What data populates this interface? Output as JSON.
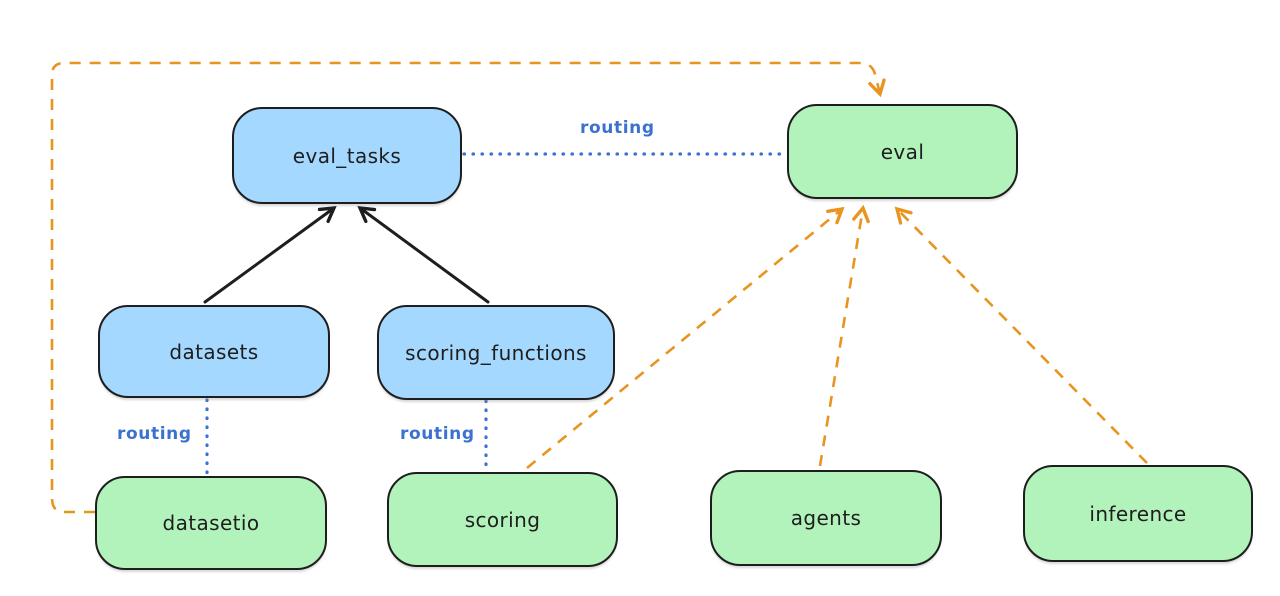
{
  "colors": {
    "background": "#ffffff",
    "node_stroke": "#1e1e1e",
    "blue_fill": "#a5d8ff",
    "green_fill": "#b2f2bb",
    "routing_blue": "#3b72cf",
    "arrow_orange": "#e8941f",
    "arrow_black": "#1e1e1e"
  },
  "nodes": [
    {
      "id": "eval_tasks",
      "label": "eval_tasks",
      "kind": "api-blue"
    },
    {
      "id": "eval",
      "label": "eval",
      "kind": "provider-green"
    },
    {
      "id": "datasets",
      "label": "datasets",
      "kind": "api-blue"
    },
    {
      "id": "scoring_functions",
      "label": "scoring_functions",
      "kind": "api-blue"
    },
    {
      "id": "datasetio",
      "label": "datasetio",
      "kind": "provider-green"
    },
    {
      "id": "scoring",
      "label": "scoring",
      "kind": "provider-green"
    },
    {
      "id": "agents",
      "label": "agents",
      "kind": "provider-green"
    },
    {
      "id": "inference",
      "label": "inference",
      "kind": "provider-green"
    }
  ],
  "edge_labels": [
    {
      "text": "routing",
      "edge": "eval_tasks-eval"
    },
    {
      "text": "routing",
      "edge": "datasets-datasetio"
    },
    {
      "text": "routing",
      "edge": "scoring_functions-scoring"
    }
  ],
  "edges": [
    {
      "from": "datasets",
      "to": "eval_tasks",
      "style": "solid-black-arrow"
    },
    {
      "from": "scoring_functions",
      "to": "eval_tasks",
      "style": "solid-black-arrow"
    },
    {
      "from": "eval_tasks",
      "to": "eval",
      "style": "dotted-blue",
      "label": "routing"
    },
    {
      "from": "datasets",
      "to": "datasetio",
      "style": "dotted-blue",
      "label": "routing"
    },
    {
      "from": "scoring_functions",
      "to": "scoring",
      "style": "dotted-blue",
      "label": "routing"
    },
    {
      "from": "datasetio",
      "to": "eval",
      "style": "dashed-orange-arrow"
    },
    {
      "from": "scoring",
      "to": "eval",
      "style": "dashed-orange-arrow"
    },
    {
      "from": "agents",
      "to": "eval",
      "style": "dashed-orange-arrow"
    },
    {
      "from": "inference",
      "to": "eval",
      "style": "dashed-orange-arrow"
    }
  ]
}
